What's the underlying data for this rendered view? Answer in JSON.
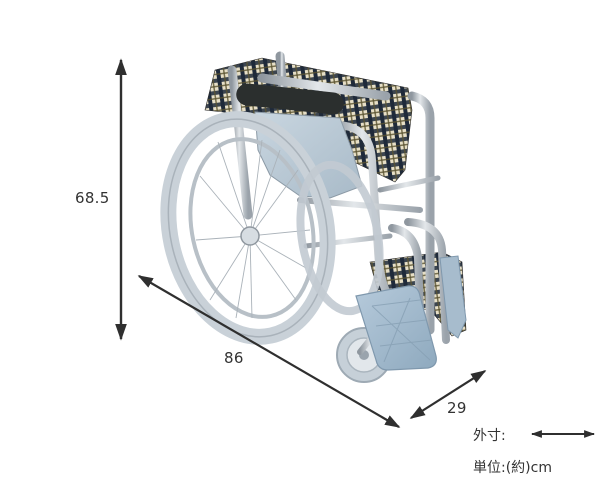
{
  "dimensions": {
    "height": {
      "label": "68.5",
      "unit": "cm"
    },
    "length": {
      "label": "86",
      "unit": "cm"
    },
    "width": {
      "label": "29",
      "unit": "cm"
    }
  },
  "legend": {
    "outer_dimension_label": "外寸:",
    "unit_label": "単位:(約)cm"
  },
  "product": {
    "subject": "folded-wheelchair",
    "frame_color": "#b9c0c8",
    "tire_color": "#c9d1d8",
    "seat_fabric": "navy-cream-plaid",
    "plaid_colors": [
      "#1f2a3a",
      "#e7dfc6",
      "#5a5230"
    ],
    "footrest_color": "#9fb8cc",
    "armrest_color": "#2b2f2e",
    "side_guard_color": "#b7c6d2"
  },
  "colors": {
    "arrow": "#2f2f2f",
    "text": "#333333",
    "background": "#ffffff"
  }
}
